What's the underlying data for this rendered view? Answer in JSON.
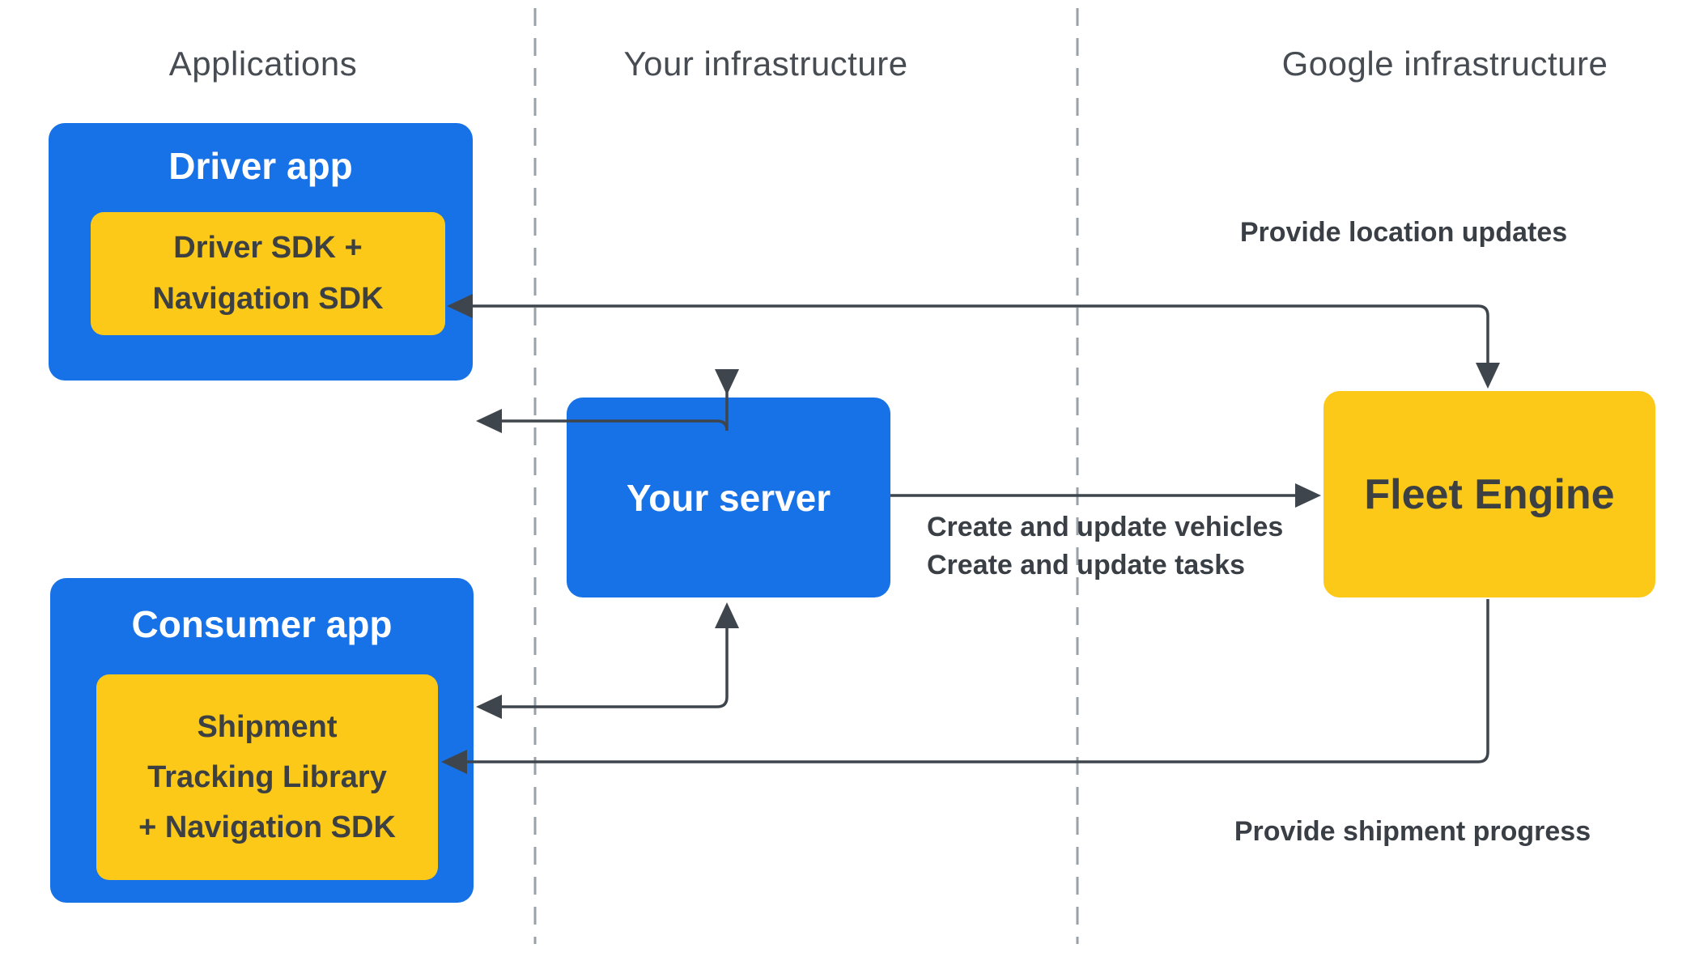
{
  "colors": {
    "blue": "#1672E6",
    "yellow": "#FCC918",
    "dark_text": "#3C4043",
    "header_text": "#474C52",
    "arrow": "#3F454D",
    "dashed": "#98A1A8",
    "bg": "#FFFFFF"
  },
  "headers": {
    "applications": "Applications",
    "your_infrastructure": "Your infrastructure",
    "google_infrastructure": "Google infrastructure"
  },
  "nodes": {
    "driver_app": {
      "title": "Driver app",
      "sdk": {
        "line1": "Driver SDK +",
        "line2": "Navigation SDK"
      }
    },
    "your_server": {
      "title": "Your server"
    },
    "fleet_engine": {
      "title": "Fleet Engine"
    },
    "consumer_app": {
      "title": "Consumer app",
      "sdk": {
        "line1": "Shipment",
        "line2": "Tracking Library",
        "line3": "+ Navigation SDK"
      }
    }
  },
  "edges": {
    "driver_fleet": {
      "label": "Provide location updates",
      "between": [
        "Driver SDK + Navigation SDK",
        "Fleet Engine"
      ],
      "arrowheads": "both"
    },
    "driver_server": {
      "between": [
        "Driver app",
        "Your server"
      ],
      "arrowheads": "both"
    },
    "server_fleet": {
      "label_line1": "Create and update vehicles",
      "label_line2": "Create and update tasks",
      "between": [
        "Your server",
        "Fleet Engine"
      ],
      "arrowheads": "into Fleet Engine"
    },
    "server_consumer": {
      "between": [
        "Your server",
        "Consumer app"
      ],
      "arrowheads": "both"
    },
    "fleet_consumer": {
      "label": "Provide shipment progress",
      "between": [
        "Fleet Engine",
        "Shipment Tracking Library + Navigation SDK"
      ],
      "arrowheads": "into Shipment Tracking Library"
    }
  }
}
